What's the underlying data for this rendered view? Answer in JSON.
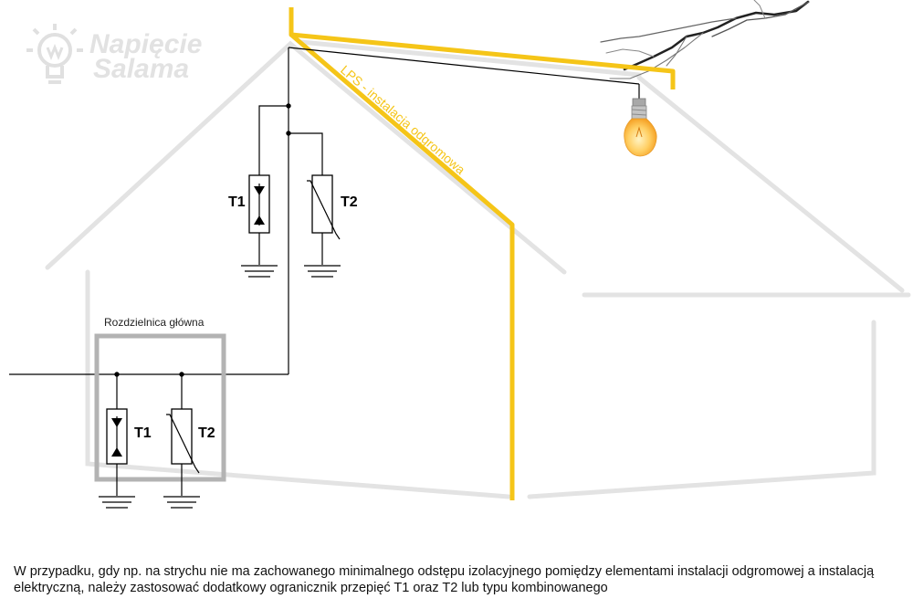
{
  "logo": {
    "line1": "Napięcie",
    "line2": "Salama"
  },
  "lps_label": "LPS - instalacja odgromowa",
  "panel_label": "Rozdzielnica główna",
  "attic_arresters": {
    "t1_label": "T1",
    "t2_label": "T2"
  },
  "panel_arresters": {
    "t1_label": "T1",
    "t2_label": "T2"
  },
  "caption": "W przypadku, gdy np. na strychu nie ma zachowanego minimalnego odstępu izolacyjnego pomiędzy elementami instalacji odgromowej a instalacją elektryczną, należy zastosować dodatkowy ogranicznik przepięć T1 oraz T2 lub typu kombinowanego",
  "colors": {
    "lps": "#f5c518",
    "house_outline": "#e3e3e3",
    "panel_box": "#b3b3b3",
    "wire": "#000000"
  }
}
